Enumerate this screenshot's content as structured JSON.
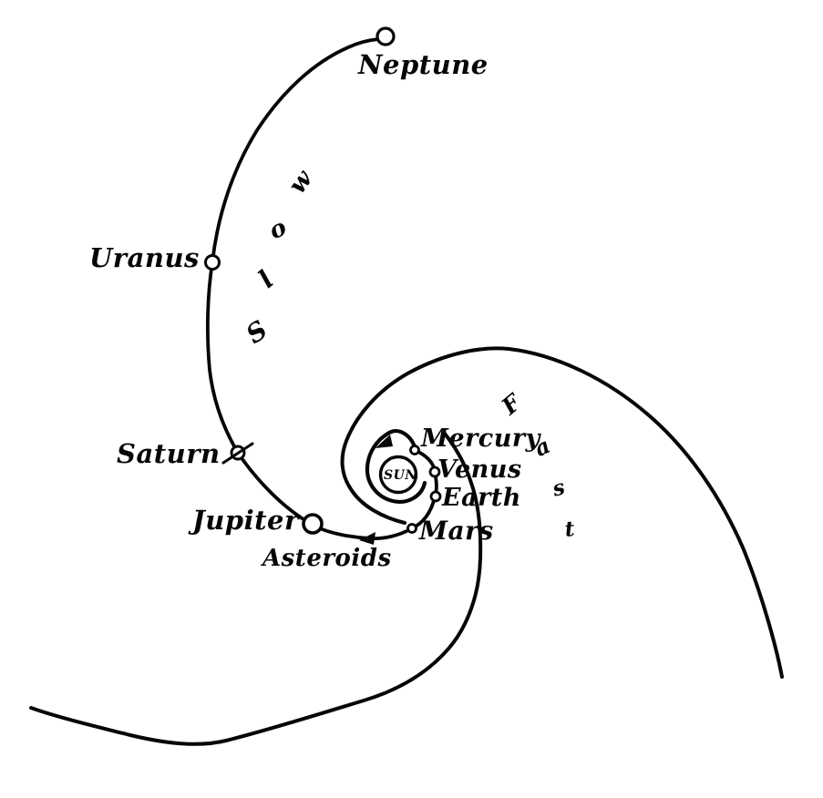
{
  "diagram": {
    "description": "Solar system drawn as a spiral with the Sun at centre and planets along the curve",
    "sun_label": "SUN",
    "planet_labels": {
      "mercury": "Mercury",
      "venus": "Venus",
      "earth": "Earth",
      "mars": "Mars",
      "jupiter": "Jupiter",
      "saturn": "Saturn",
      "uranus": "Uranus",
      "neptune": "Neptune"
    },
    "asteroids_label": "Asteroids",
    "slow": {
      "word": "Slow",
      "letters": [
        "S",
        "l",
        "o",
        "w"
      ]
    },
    "fast": {
      "word": "Fast",
      "letters": [
        "F",
        "a",
        "s",
        "t"
      ]
    },
    "colors": {
      "ink": "#060606",
      "paper": "#ffffff"
    }
  }
}
